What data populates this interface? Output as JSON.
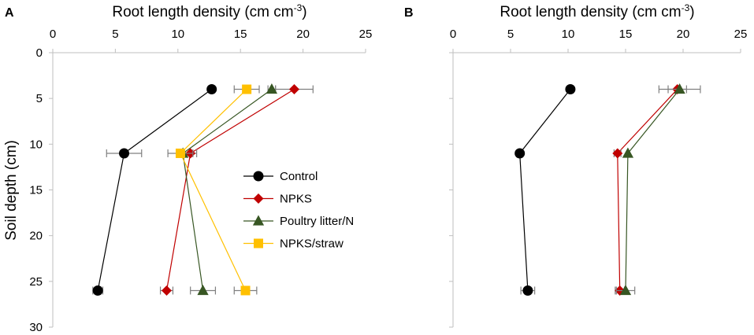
{
  "colors": {
    "control": "#000000",
    "npks": "#C00000",
    "poultry": "#375623",
    "straw": "#FFC000",
    "axis": "#BFBFBF",
    "errorbar": "#7F7F7F"
  },
  "chart_data": [
    {
      "type": "line",
      "panel": "A",
      "title": "",
      "xlabel": "Root length density (cm cm",
      "xlabel_sup": "-3",
      "xlabel_close": ")",
      "ylabel": "Soil depth (cm)",
      "xlim": [
        0,
        25
      ],
      "ylim": [
        0,
        30
      ],
      "x_ticks": [
        "0",
        "5",
        "10",
        "15",
        "20",
        "25"
      ],
      "y_ticks": [
        "0",
        "5",
        "10",
        "15",
        "20",
        "25",
        "30"
      ],
      "x_axis_position": "top",
      "y_inverted": true,
      "grid": false,
      "legend_position": "center",
      "series": [
        {
          "name": "Control",
          "key": "control",
          "marker": "circle",
          "points": [
            {
              "x": 12.7,
              "y": 4,
              "err": 0
            },
            {
              "x": 5.7,
              "y": 11,
              "err": 1.4
            },
            {
              "x": 3.6,
              "y": 26,
              "err": 0.4
            }
          ]
        },
        {
          "name": "NPKS",
          "key": "npks",
          "marker": "diamond",
          "points": [
            {
              "x": 19.3,
              "y": 4,
              "err": 1.5
            },
            {
              "x": 11.0,
              "y": 11,
              "err": 0.5
            },
            {
              "x": 9.1,
              "y": 26,
              "err": 0.5
            }
          ]
        },
        {
          "name": "Poultry litter/N",
          "key": "poultry",
          "marker": "triangle",
          "points": [
            {
              "x": 17.5,
              "y": 4,
              "err": 0.3
            },
            {
              "x": 10.4,
              "y": 11,
              "err": 0
            },
            {
              "x": 12.0,
              "y": 26,
              "err": 1.0
            }
          ]
        },
        {
          "name": "NPKS/straw",
          "key": "straw",
          "marker": "square",
          "points": [
            {
              "x": 15.5,
              "y": 4,
              "err": 1.0
            },
            {
              "x": 10.2,
              "y": 11,
              "err": 1.0
            },
            {
              "x": 15.4,
              "y": 26,
              "err": 0.9
            }
          ]
        }
      ]
    },
    {
      "type": "line",
      "panel": "B",
      "title": "",
      "xlabel": "Root length density (cm cm",
      "xlabel_sup": "-3",
      "xlabel_close": ")",
      "ylabel": "",
      "xlim": [
        0,
        25
      ],
      "ylim": [
        0,
        30
      ],
      "x_ticks": [
        "0",
        "5",
        "10",
        "15",
        "20",
        "25"
      ],
      "y_ticks": [],
      "x_axis_position": "top",
      "y_inverted": true,
      "grid": false,
      "series": [
        {
          "name": "Control",
          "key": "control",
          "marker": "circle",
          "points": [
            {
              "x": 10.2,
              "y": 4,
              "err": 0
            },
            {
              "x": 5.8,
              "y": 11,
              "err": 0
            },
            {
              "x": 6.5,
              "y": 26,
              "err": 0.6
            }
          ]
        },
        {
          "name": "NPKS",
          "key": "npks",
          "marker": "diamond",
          "points": [
            {
              "x": 19.5,
              "y": 4,
              "err": 0.8
            },
            {
              "x": 14.3,
              "y": 11,
              "err": 0.3
            },
            {
              "x": 14.5,
              "y": 26,
              "err": 0.4
            }
          ]
        },
        {
          "name": "Poultry litter/N",
          "key": "poultry",
          "marker": "triangle",
          "points": [
            {
              "x": 19.7,
              "y": 4,
              "err": 1.8
            },
            {
              "x": 15.2,
              "y": 11,
              "err": 0
            },
            {
              "x": 15.0,
              "y": 26,
              "err": 0.8
            }
          ]
        }
      ]
    }
  ]
}
